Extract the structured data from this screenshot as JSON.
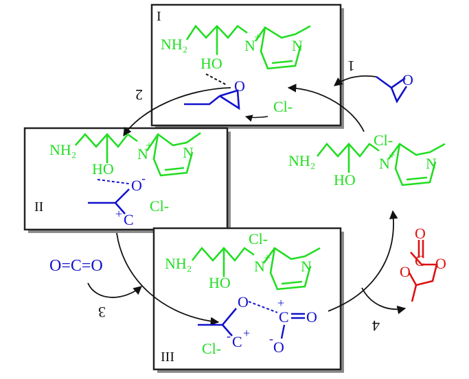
{
  "colors": {
    "catalyst": "#22dd22",
    "reactant": "#1111cc",
    "product": "#dd1111",
    "frame": "#222222",
    "shadow": "#888888",
    "arrow": "#111111"
  },
  "steps": [
    "1",
    "2",
    "3",
    "4"
  ],
  "intermediates": [
    "I",
    "II",
    "III"
  ],
  "catalyst": {
    "amine": "NH₂",
    "hydroxyl": "HO",
    "nitrogen": "N",
    "imidazolium_nitrogen": "N",
    "charge": "+",
    "anion": "Cl-"
  },
  "oxygen": "O",
  "carbon": "C",
  "plus": "+",
  "minus": "-",
  "co2_text": "O=C=O"
}
